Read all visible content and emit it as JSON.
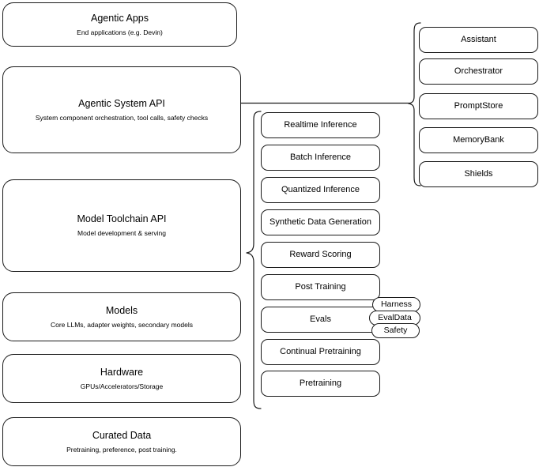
{
  "diagram": {
    "title": "AI stack layers diagram",
    "background_color": "#ffffff",
    "stroke_color": "#1a1a1a"
  },
  "layers": [
    {
      "title": "Agentic Apps",
      "subtitle": "End applications (e.g. Devin)"
    },
    {
      "title": "Agentic System API",
      "subtitle": "System component orchestration, tool calls, safety checks"
    },
    {
      "title": "Model Toolchain API",
      "subtitle": "Model development & serving"
    },
    {
      "title": "Models",
      "subtitle": "Core LLMs, adapter weights, secondary models"
    },
    {
      "title": "Hardware",
      "subtitle": "GPUs/Accelerators/Storage"
    },
    {
      "title": "Curated Data",
      "subtitle": "Pretraining, preference, post training."
    }
  ],
  "toolchain_components": [
    {
      "label": "Realtime Inference"
    },
    {
      "label": "Batch Inference"
    },
    {
      "label": "Quantized Inference"
    },
    {
      "label": "Synthetic Data Generation"
    },
    {
      "label": "Reward Scoring"
    },
    {
      "label": "Post Training"
    },
    {
      "label": "Evals"
    },
    {
      "label": "Continual Pretraining"
    },
    {
      "label": "Pretraining"
    }
  ],
  "eval_pills": [
    {
      "label": "Harness"
    },
    {
      "label": "EvalData"
    },
    {
      "label": "Safety"
    }
  ],
  "agentic_components": [
    {
      "label": "Assistant"
    },
    {
      "label": "Orchestrator"
    },
    {
      "label": "PromptStore"
    },
    {
      "label": "MemoryBank"
    },
    {
      "label": "Shields"
    }
  ]
}
